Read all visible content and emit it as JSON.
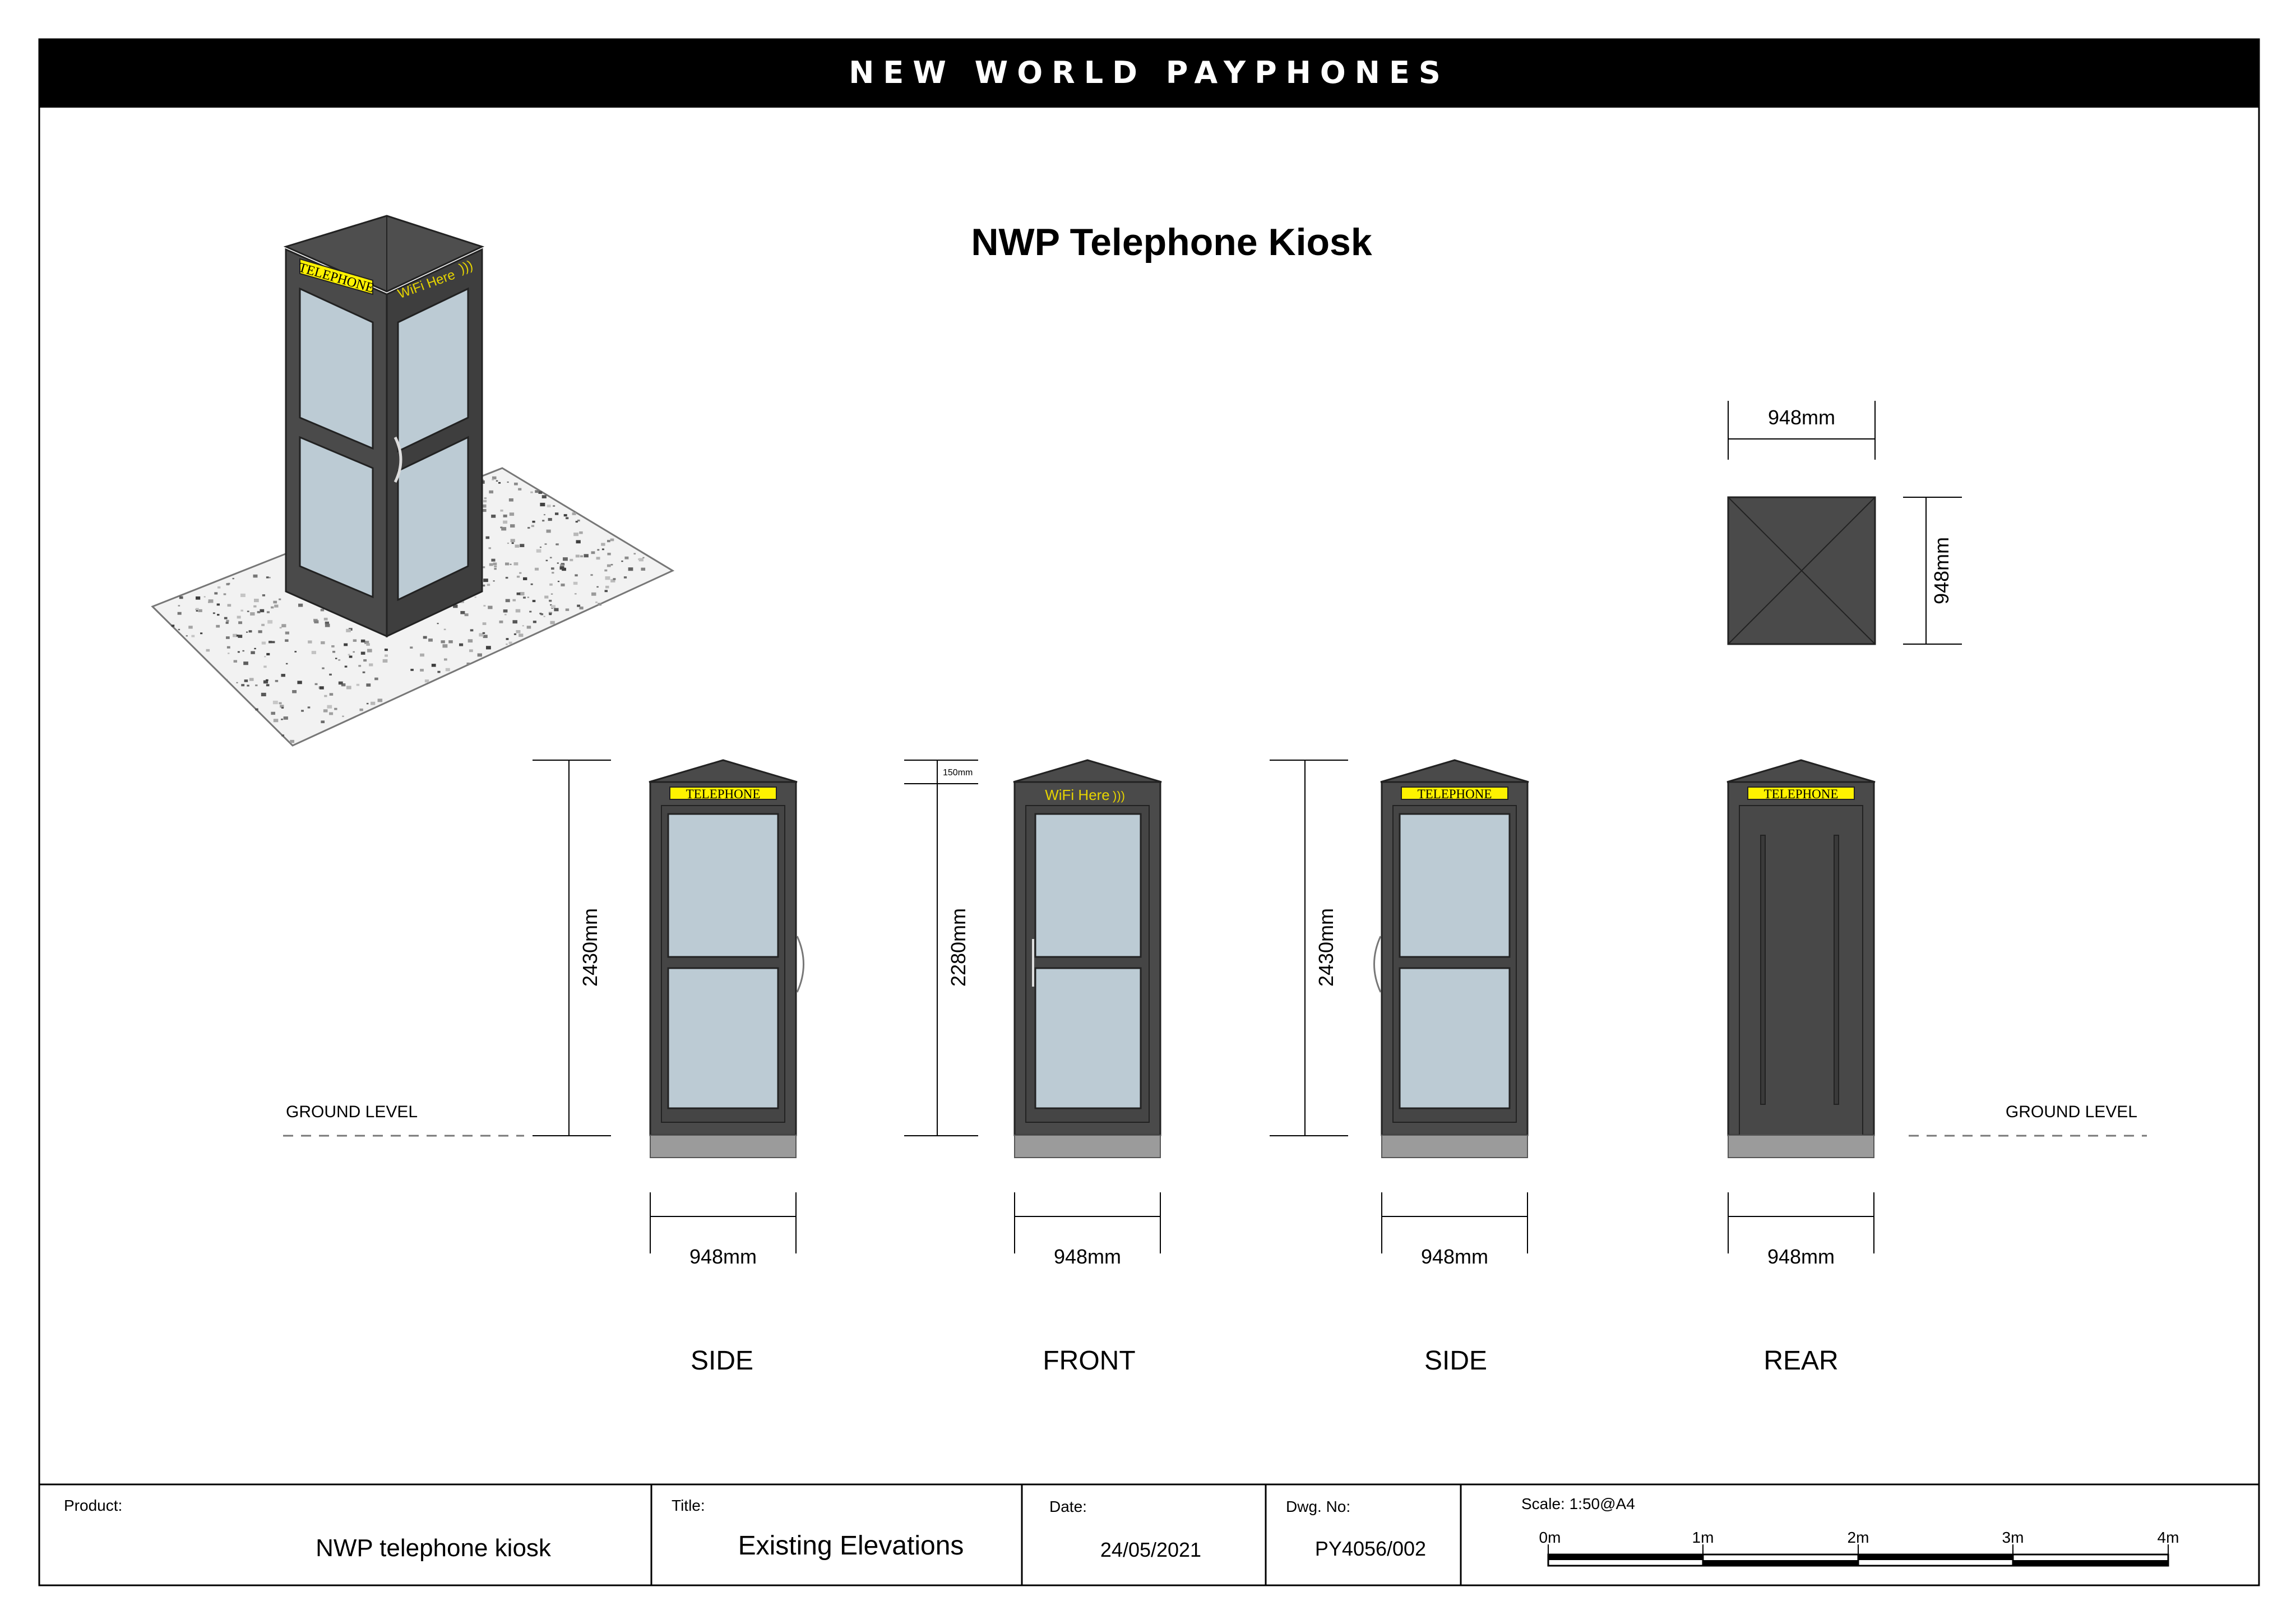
{
  "header": {
    "brand": "NEW WORLD PAYPHONES"
  },
  "drawing": {
    "title": "NWP Telephone Kiosk",
    "signs": {
      "telephone": "TELEPHONE",
      "wifi": "WiFi Here"
    },
    "dimensions": {
      "width": "948mm",
      "height_total": "2430mm",
      "height_body": "2280mm",
      "roof": "150mm"
    },
    "ground_level": "GROUND LEVEL",
    "views": [
      {
        "label": "SIDE"
      },
      {
        "label": "FRONT"
      },
      {
        "label": "SIDE"
      },
      {
        "label": "REAR"
      }
    ]
  },
  "title_block": {
    "product_label": "Product:",
    "product_value": "NWP telephone kiosk",
    "title_label": "Title:",
    "title_value": "Existing Elevations",
    "date_label": "Date:",
    "date_value": "24/05/2021",
    "dwg_label": "Dwg. No:",
    "dwg_value": "PY4056/002",
    "scale_label": "Scale: 1:50@A4",
    "scale_ticks": [
      "0m",
      "1m",
      "2m",
      "3m",
      "4m"
    ]
  },
  "colors": {
    "banner": "#000000",
    "kiosk_frame": "#4a4a4a",
    "glass": "#bccbd4",
    "sign": "#fff200",
    "plinth": "#9b9b9b"
  }
}
